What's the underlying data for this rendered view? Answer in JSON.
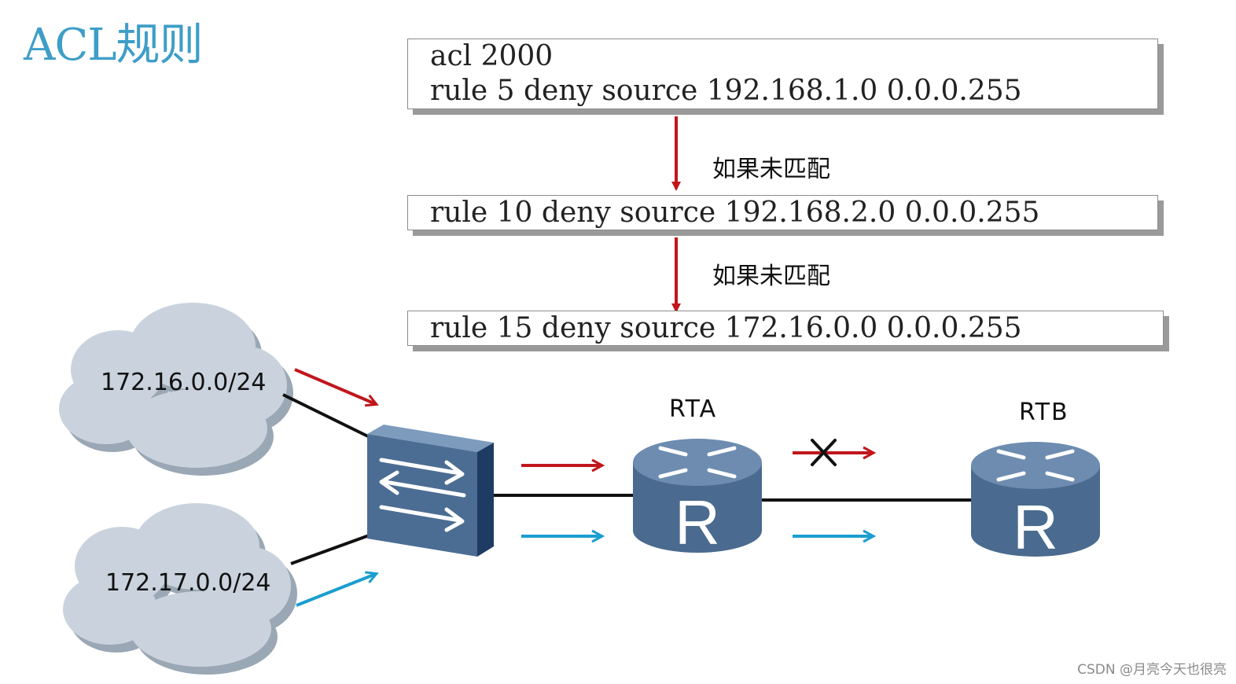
{
  "title": "ACL规则",
  "rules": {
    "box1_line1": "acl 2000",
    "box1_line2": "rule 5 deny source 192.168.1.0 0.0.0.255",
    "box2_line1": "rule 10 deny source 192.168.2.0 0.0.0.255",
    "box3_line1": "rule 15 deny source 172.16.0.0 0.0.0.255"
  },
  "flow_notes": [
    "如果未匹配",
    "如果未匹配"
  ],
  "networks": {
    "cloud1": "172.16.0.0/24",
    "cloud2": "172.17.0.0/24"
  },
  "routers": {
    "rta": "RTA",
    "rtb": "RTB"
  },
  "colors": {
    "title": "#3e9ec8",
    "red_flow": "#c0161c",
    "blue_flow": "#1b9ed0",
    "device": "#4a6b8f",
    "cloud": "#c9d2dc"
  },
  "icons": {
    "switch": "switch-icon",
    "router": "router-icon",
    "cloud": "cloud-icon",
    "block": "x-mark-icon"
  },
  "watermark": "CSDN @月亮今天也很亮"
}
